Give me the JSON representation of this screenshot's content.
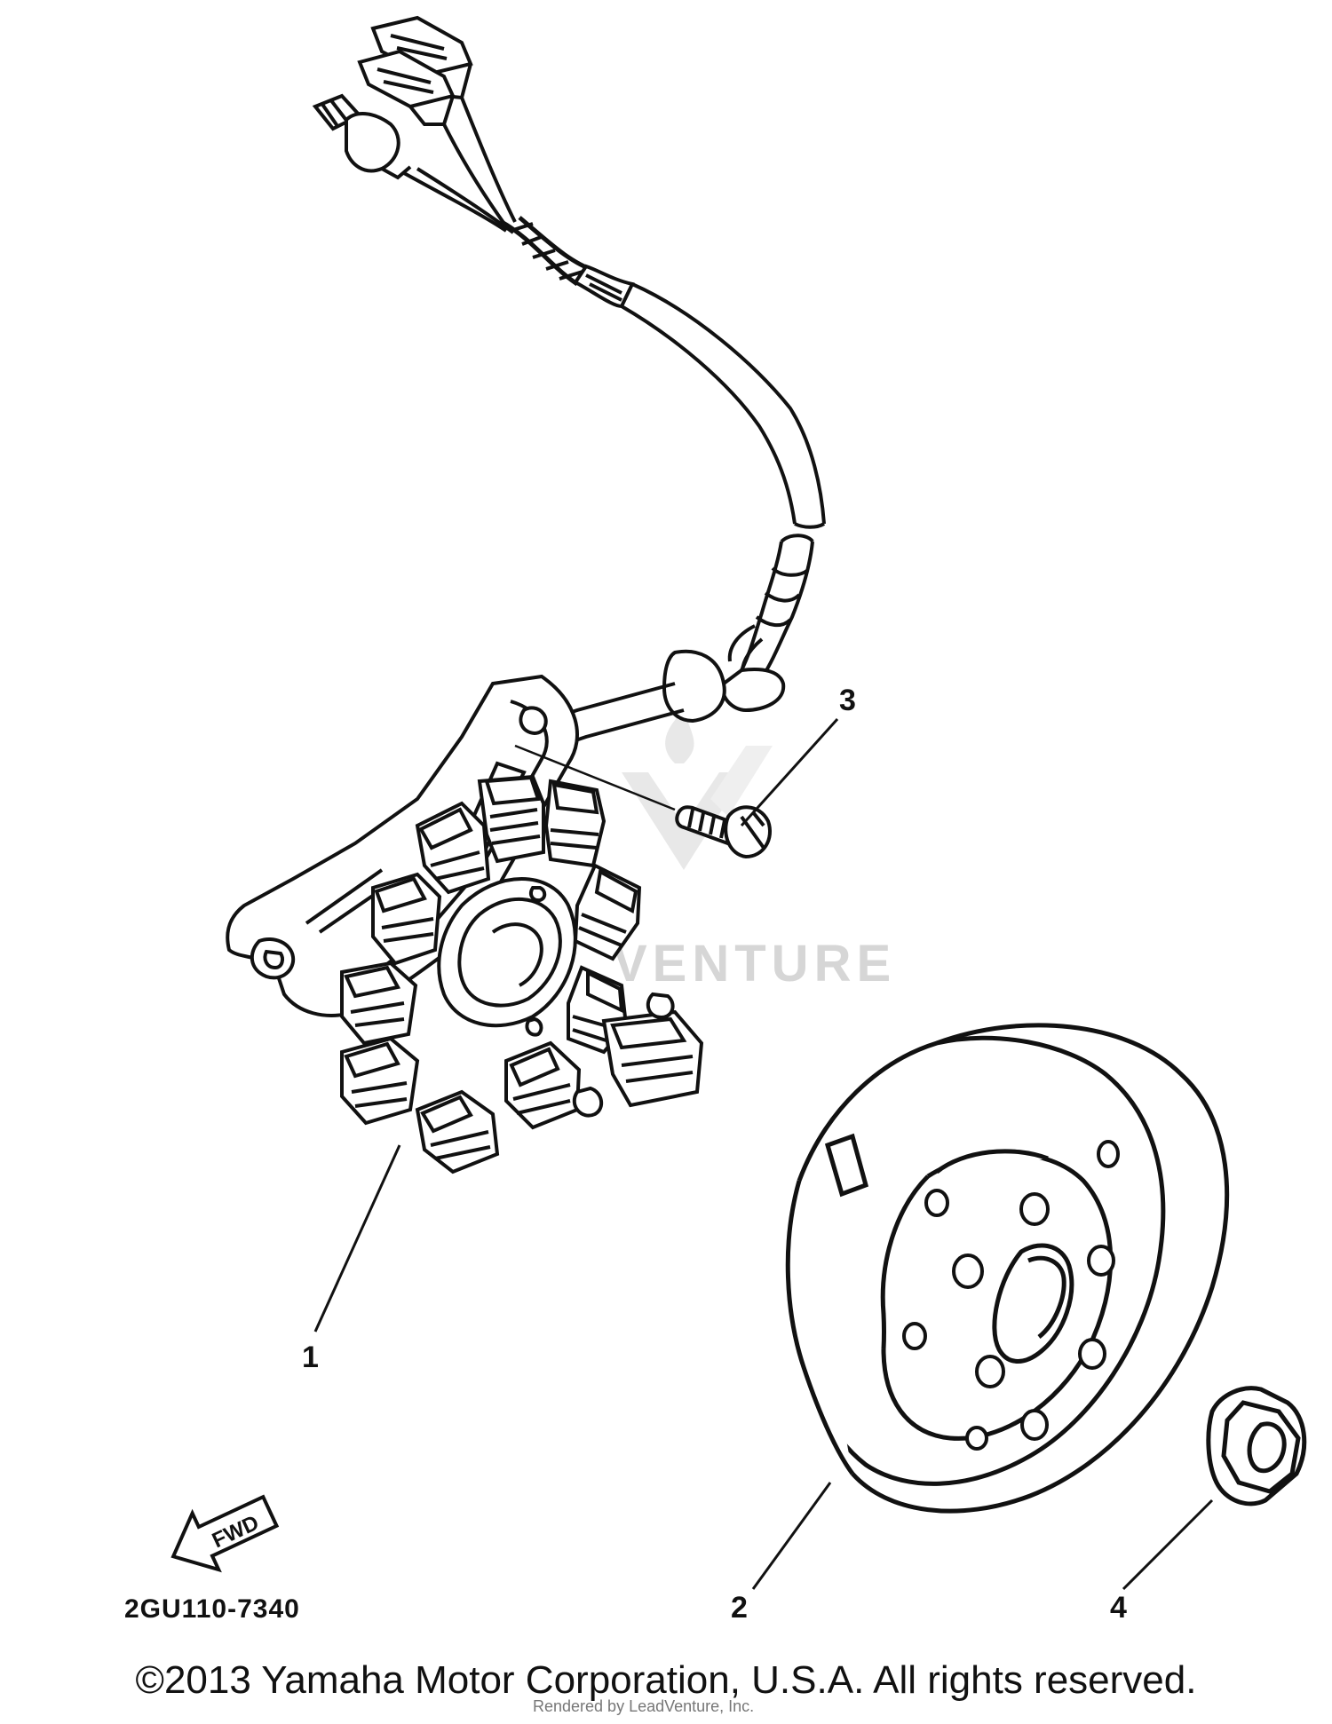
{
  "diagram": {
    "callouts": [
      "1",
      "2",
      "3",
      "4"
    ],
    "part_number": "2GU110-7340",
    "fwd_label": "FWD",
    "watermark_text": "VENTURE",
    "copyright": "©2013 Yamaha Motor Corporation, U.S.A. All rights reserved.",
    "rendered_by": "Rendered by LeadVenture, Inc."
  },
  "colors": {
    "ink": "#111111",
    "watermark": "#d6d6d6"
  },
  "icons": [
    "fwd-arrow-icon",
    "watermark-logo-icon"
  ]
}
